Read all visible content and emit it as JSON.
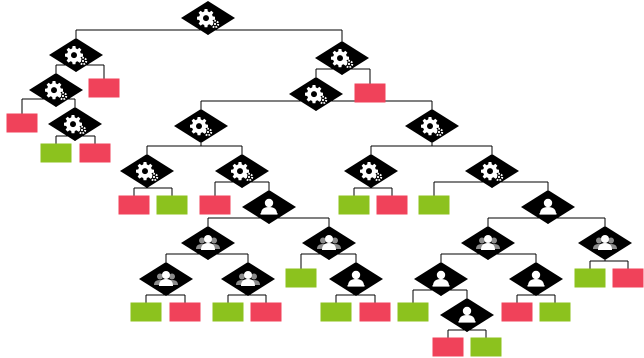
{
  "diagram": {
    "type": "decision-tree",
    "colors": {
      "background": "#ffffff",
      "edge": "#000000",
      "decision": "#000000",
      "icon": "#ffffff",
      "leaf_red": "#f0425a",
      "leaf_green": "#8cc21e"
    },
    "icons": {
      "gear": "gear-icon",
      "group": "user-group-icon",
      "person": "person-icon"
    },
    "decisions": [
      {
        "id": "n0",
        "icon": "gear"
      },
      {
        "id": "n1",
        "icon": "gear"
      },
      {
        "id": "n2",
        "icon": "gear"
      },
      {
        "id": "n3",
        "icon": "gear"
      },
      {
        "id": "n4",
        "icon": "gear"
      },
      {
        "id": "n5",
        "icon": "gear"
      },
      {
        "id": "n6",
        "icon": "gear"
      },
      {
        "id": "n7",
        "icon": "gear"
      },
      {
        "id": "n8",
        "icon": "gear"
      },
      {
        "id": "n9",
        "icon": "gear"
      },
      {
        "id": "n10",
        "icon": "gear"
      },
      {
        "id": "n11",
        "icon": "gear"
      },
      {
        "id": "n12",
        "icon": "person"
      },
      {
        "id": "n13",
        "icon": "person"
      },
      {
        "id": "n14",
        "icon": "group"
      },
      {
        "id": "n15",
        "icon": "group"
      },
      {
        "id": "n16",
        "icon": "group"
      },
      {
        "id": "n17",
        "icon": "group"
      },
      {
        "id": "n18",
        "icon": "group"
      },
      {
        "id": "n19",
        "icon": "group"
      },
      {
        "id": "n20",
        "icon": "person"
      },
      {
        "id": "n21",
        "icon": "person"
      },
      {
        "id": "n22",
        "icon": "person"
      },
      {
        "id": "n23",
        "icon": "person"
      }
    ],
    "leaves": [
      {
        "id": "l0",
        "outcome": "red"
      },
      {
        "id": "l1",
        "outcome": "red"
      },
      {
        "id": "l2",
        "outcome": "red"
      },
      {
        "id": "l3",
        "outcome": "green"
      },
      {
        "id": "l4",
        "outcome": "red"
      },
      {
        "id": "l5",
        "outcome": "red"
      },
      {
        "id": "l6",
        "outcome": "green"
      },
      {
        "id": "l7",
        "outcome": "red"
      },
      {
        "id": "l8",
        "outcome": "green"
      },
      {
        "id": "l9",
        "outcome": "red"
      },
      {
        "id": "l10",
        "outcome": "green"
      },
      {
        "id": "l11",
        "outcome": "green"
      },
      {
        "id": "l12",
        "outcome": "green"
      },
      {
        "id": "l13",
        "outcome": "red"
      },
      {
        "id": "l14",
        "outcome": "green"
      },
      {
        "id": "l15",
        "outcome": "red"
      },
      {
        "id": "l16",
        "outcome": "green"
      },
      {
        "id": "l17",
        "outcome": "red"
      },
      {
        "id": "l18",
        "outcome": "green"
      },
      {
        "id": "l19",
        "outcome": "red"
      },
      {
        "id": "l20",
        "outcome": "green"
      },
      {
        "id": "l21",
        "outcome": "red"
      },
      {
        "id": "l22",
        "outcome": "green"
      },
      {
        "id": "l23",
        "outcome": "red"
      },
      {
        "id": "l24",
        "outcome": "green"
      }
    ]
  }
}
